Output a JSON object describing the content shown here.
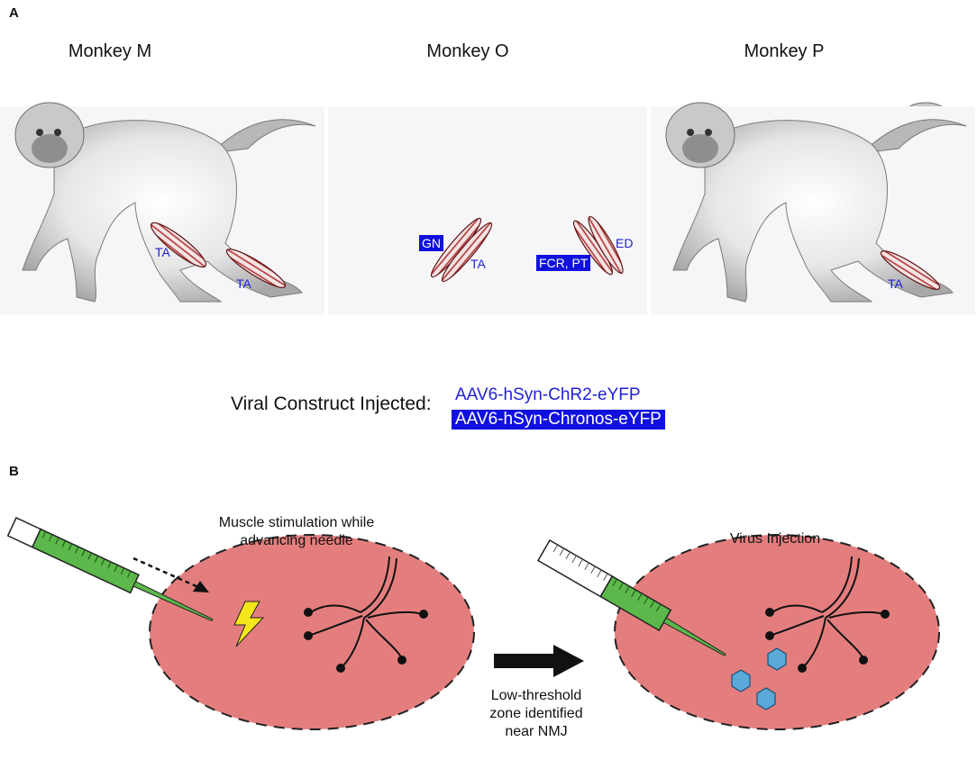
{
  "panel_a": {
    "label": "A",
    "monkeys": [
      {
        "title": "Monkey M",
        "muscles": [
          {
            "text": "TA",
            "highlight": false
          },
          {
            "text": "TA",
            "highlight": false
          }
        ]
      },
      {
        "title": "Monkey O",
        "muscles": [
          {
            "text": "GN",
            "highlight": true
          },
          {
            "text": "TA",
            "highlight": false
          },
          {
            "text": "FCR, PT",
            "highlight": true
          },
          {
            "text": "ED",
            "highlight": false
          }
        ]
      },
      {
        "title": "Monkey P",
        "muscles": [
          {
            "text": "TA",
            "highlight": false
          }
        ]
      }
    ],
    "construct_label": "Viral Construct Injected:",
    "constructs": [
      {
        "text": "AAV6-hSyn-ChR2-eYFP",
        "color": "#1f1fd6"
      },
      {
        "text": "AAV6-hSyn-Chronos-eYFP",
        "color": "#1010e0"
      }
    ]
  },
  "panel_b": {
    "label": "B",
    "step1_caption_line1": "Muscle stimulation while",
    "step1_caption_line2": "advancing needle",
    "arrow_caption_line1": "Low-threshold",
    "arrow_caption_line2": "zone identified",
    "arrow_caption_line3": "near NMJ",
    "step2_caption": "Virus Injection"
  },
  "colors": {
    "muscle_fill": "#e47e7e",
    "syringe_green": "#5cb84a",
    "virus_blue": "#5aa9d8",
    "bolt_yellow": "#f5e61a"
  }
}
